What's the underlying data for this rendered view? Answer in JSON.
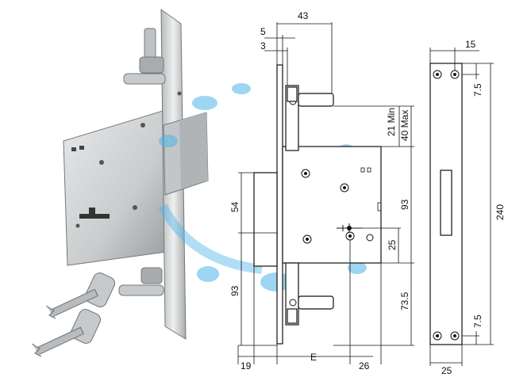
{
  "figure": {
    "side_view": {
      "top_width": "43",
      "offset_a": "5",
      "offset_b": "3",
      "bolt_min": "21 Min",
      "bolt_max": "40 Max",
      "upper_height": "54",
      "lower_height": "93",
      "case_height": "93",
      "key_offset": "25",
      "bottom_offset": "73.5",
      "left_width": "19",
      "backset_label": "E",
      "right_width": "26"
    },
    "front_view": {
      "plate_width": "15",
      "top_hole_offset": "7.5",
      "plate_height": "240",
      "bottom_hole_offset": "7.5",
      "bottom_width": "25"
    }
  },
  "colors": {
    "line": "#111111",
    "metal_light": "#d9dbdc",
    "metal_dark": "#8e9193",
    "watermark": "#4fb3e8"
  }
}
